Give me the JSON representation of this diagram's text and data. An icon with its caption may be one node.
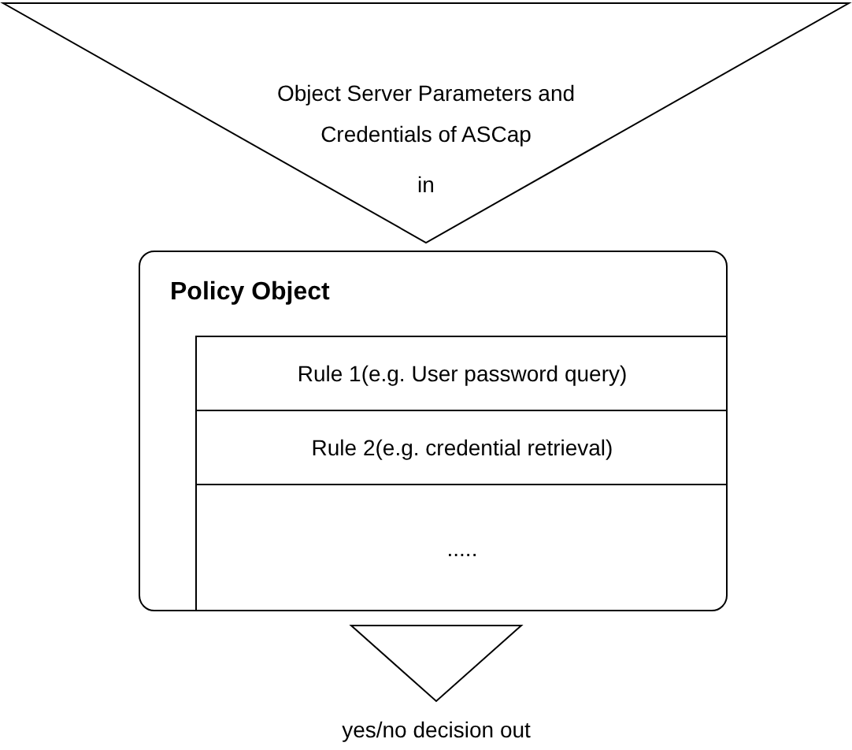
{
  "diagram": {
    "nodes": [
      {
        "text": [
          "Object Server Parameters and Credentials of ASCap",
          "in"
        ]
      },
      {
        "text": [
          "Policy Object"
        ]
      },
      {
        "text": [
          "Rule 1(e.g. User password query)"
        ],
        "in": 1
      },
      {
        "text": [
          "Rule 2(e.g. credential retrieval)"
        ],
        "in": 1
      },
      {
        "text": [
          "....."
        ],
        "in": 1
      },
      {
        "text": [],
        "shape": "triangle",
        "beside": [
          "yes/no decision out"
        ]
      }
    ]
  }
}
